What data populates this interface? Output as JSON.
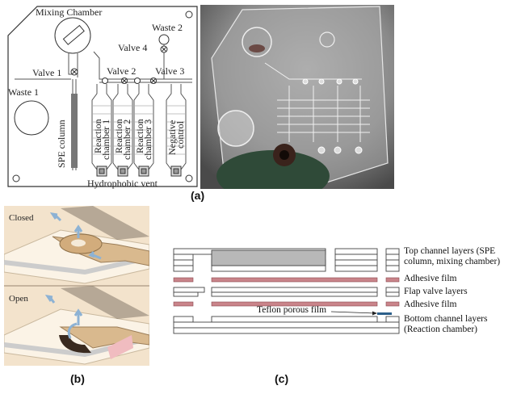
{
  "panel_a": {
    "label": "(a)",
    "mixing_chamber": "Mixing Chamber",
    "waste1": "Waste 1",
    "waste2": "Waste 2",
    "valve1": "Valve 1",
    "valve2": "Valve 2",
    "valve3": "Valve 3",
    "valve4": "Valve 4",
    "spe_column": "SPE column",
    "reaction1_a": "Reaction",
    "reaction1_b": "chamber 1",
    "reaction2_a": "Reaction",
    "reaction2_b": "chamber 2",
    "reaction3_a": "Reaction",
    "reaction3_b": "chamber 3",
    "negative_a": "Negative",
    "negative_b": "control",
    "hydrophobic_vent": "Hydrophobic vent"
  },
  "panel_b": {
    "label": "(b)",
    "closed": "Closed",
    "open": "Open"
  },
  "panel_c": {
    "label": "(c)",
    "top_layers_1": "Top channel layers (SPE",
    "top_layers_2": "column, mixing chamber)",
    "adhesive1": "Adhesive film",
    "flap": "Flap valve layers",
    "adhesive2": "Adhesive film",
    "teflon": "Teflon porous film",
    "bottom_1": "Bottom channel layers",
    "bottom_2": "(Reaction chamber)"
  },
  "colors": {
    "adhesive": "#c9848a",
    "teflon": "#2c5f8a",
    "photo_bg": "#8a8a8a",
    "panel_b_bg": "#f3e3cc"
  }
}
